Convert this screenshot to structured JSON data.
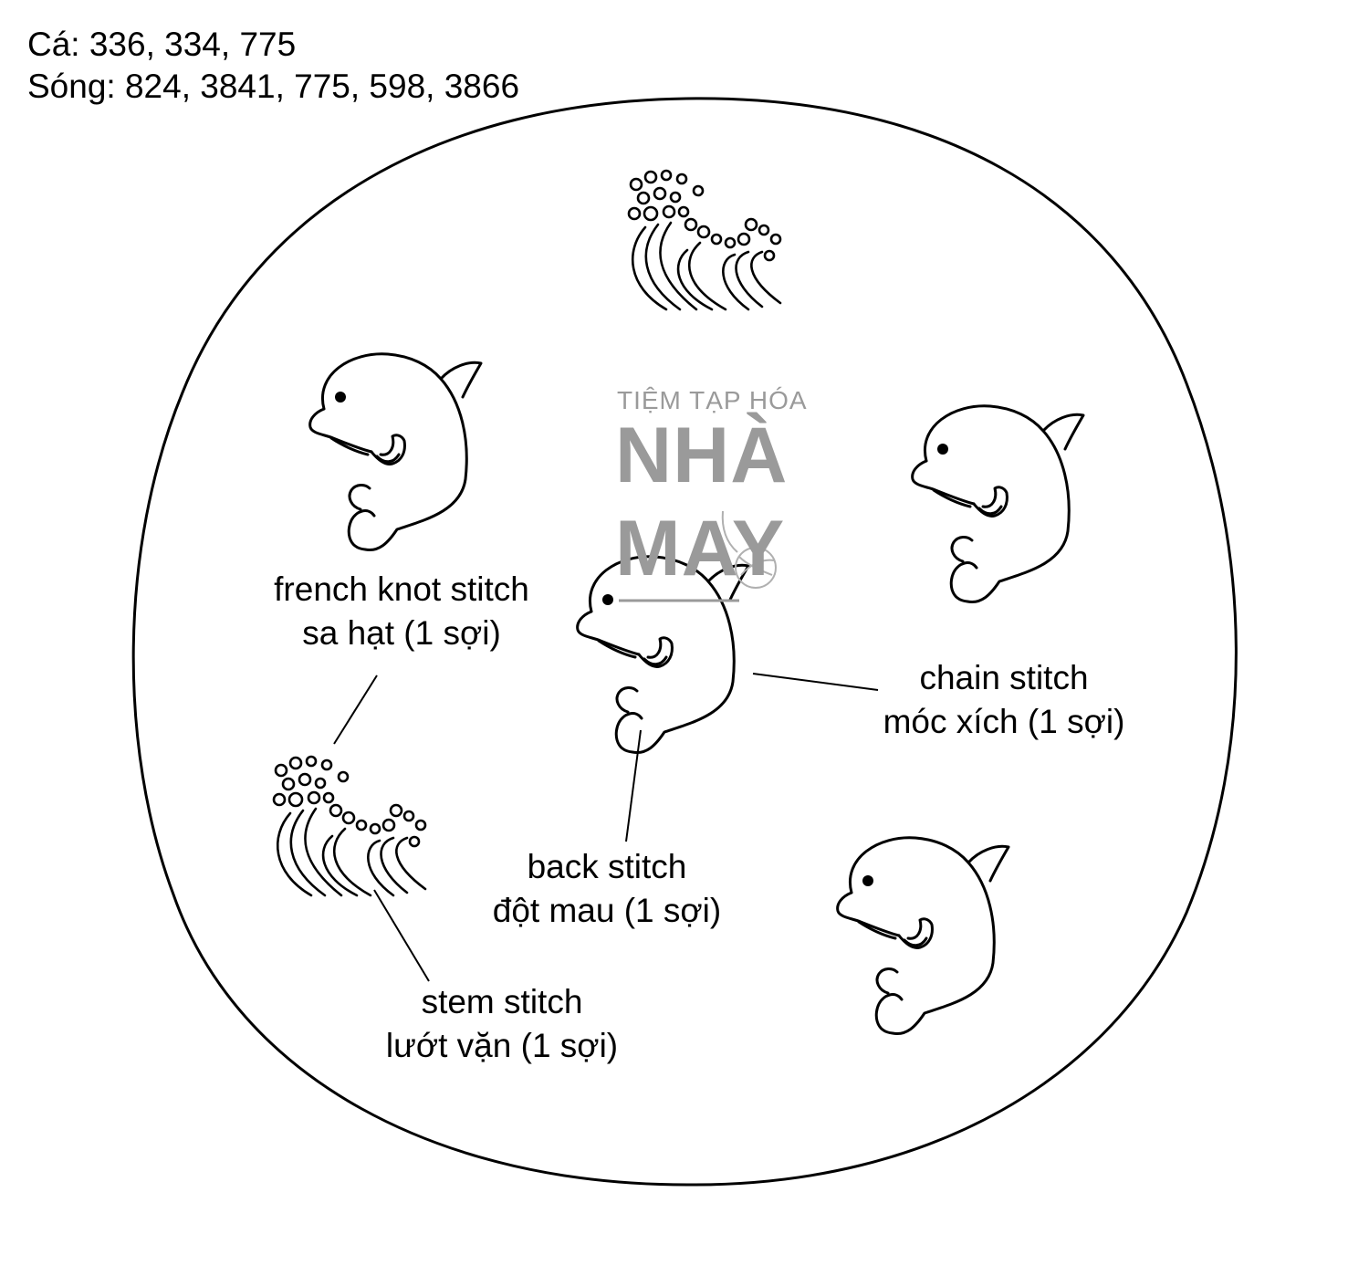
{
  "header": {
    "fish_colors": "Cá: 336, 334, 775",
    "wave_colors": "Sóng: 824, 3841, 775, 598, 3866"
  },
  "watermark": {
    "line1": "TIỆM TẠP HÓA",
    "line2": "NHÀ",
    "line3": "MAY"
  },
  "labels": {
    "french_knot": {
      "en": "french knot stitch",
      "vi": "sa hạt (1 sợi)"
    },
    "chain": {
      "en": "chain stitch",
      "vi": "móc xích (1 sợi)"
    },
    "back": {
      "en": "back stitch",
      "vi": "đột mau (1 sợi)"
    },
    "stem": {
      "en": "stem stitch",
      "vi": "lướt vặn (1 sợi)"
    }
  }
}
